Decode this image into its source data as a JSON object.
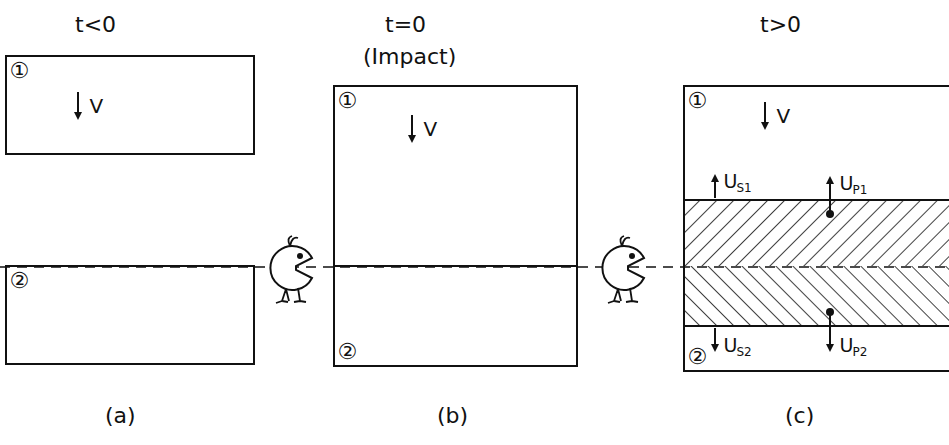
{
  "diagram": {
    "nodes": [
      {
        "text": [
          "①",
          "V"
        ]
      },
      {
        "text": [
          "②"
        ]
      },
      {
        "text": [
          "①",
          "V"
        ]
      },
      {
        "text": [
          "②"
        ]
      },
      {
        "text": [
          "①",
          "V",
          "U",
          "S1",
          "U",
          "P1",
          "②",
          "U",
          "S2",
          "U",
          "P2"
        ]
      }
    ],
    "labels": [
      "t<0",
      "t=0",
      "(Impact)",
      "t>0",
      "(a)",
      "(b)",
      "(c)"
    ]
  }
}
